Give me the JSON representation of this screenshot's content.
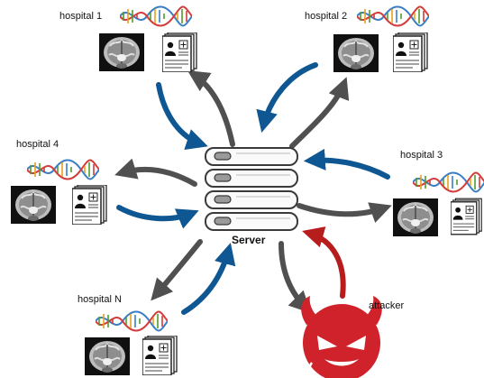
{
  "server": {
    "label": "Server"
  },
  "hospitals": [
    {
      "id": "h1",
      "label": "hospital 1"
    },
    {
      "id": "h2",
      "label": "hospital 2"
    },
    {
      "id": "h3",
      "label": "hospital 3"
    },
    {
      "id": "h4",
      "label": "hospital 4"
    },
    {
      "id": "hN",
      "label": "hospital N"
    }
  ],
  "attacker": {
    "label": "attacker"
  },
  "colors": {
    "upload_arrow": "#0f5792",
    "download_arrow": "#505050",
    "attack_arrow": "#b81d1d",
    "attacker_icon": "#d0222a",
    "dna_blue": "#3a7fc6",
    "dna_red": "#d43b3b",
    "dna_green": "#4f9b2f"
  },
  "icons": {
    "server": "server-rack-icon",
    "brain_scan": "brain-mri-icon",
    "records": "patient-record-icon",
    "dna": "dna-helix-icon",
    "attacker": "devil-icon"
  }
}
